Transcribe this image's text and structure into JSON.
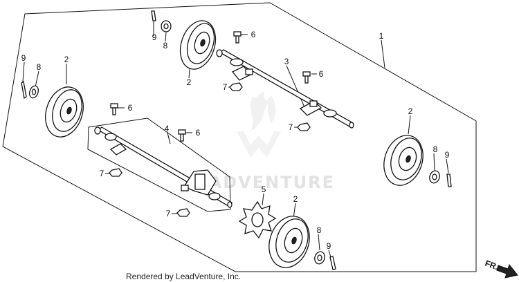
{
  "callouts": [
    {
      "id": "c1",
      "label": "1"
    },
    {
      "id": "c2a",
      "label": "2"
    },
    {
      "id": "c2b",
      "label": "2"
    },
    {
      "id": "c2c",
      "label": "2"
    },
    {
      "id": "c2d",
      "label": "2"
    },
    {
      "id": "c3",
      "label": "3"
    },
    {
      "id": "c4",
      "label": "4"
    },
    {
      "id": "c5",
      "label": "5"
    },
    {
      "id": "c6a",
      "label": "6"
    },
    {
      "id": "c6b",
      "label": "6"
    },
    {
      "id": "c6c",
      "label": "6"
    },
    {
      "id": "c6d",
      "label": "6"
    },
    {
      "id": "c7a",
      "label": "7"
    },
    {
      "id": "c7b",
      "label": "7"
    },
    {
      "id": "c7c",
      "label": "7"
    },
    {
      "id": "c7d",
      "label": "7"
    },
    {
      "id": "c8a",
      "label": "8"
    },
    {
      "id": "c8b",
      "label": "8"
    },
    {
      "id": "c8c",
      "label": "8"
    },
    {
      "id": "c8d",
      "label": "8"
    },
    {
      "id": "c9a",
      "label": "9"
    },
    {
      "id": "c9b",
      "label": "9"
    },
    {
      "id": "c9c",
      "label": "9"
    },
    {
      "id": "c9d",
      "label": "9"
    }
  ],
  "watermark": "LEADVENTURE",
  "credit": "Rendered by LeadVenture, Inc.",
  "direction_marker": "FR."
}
